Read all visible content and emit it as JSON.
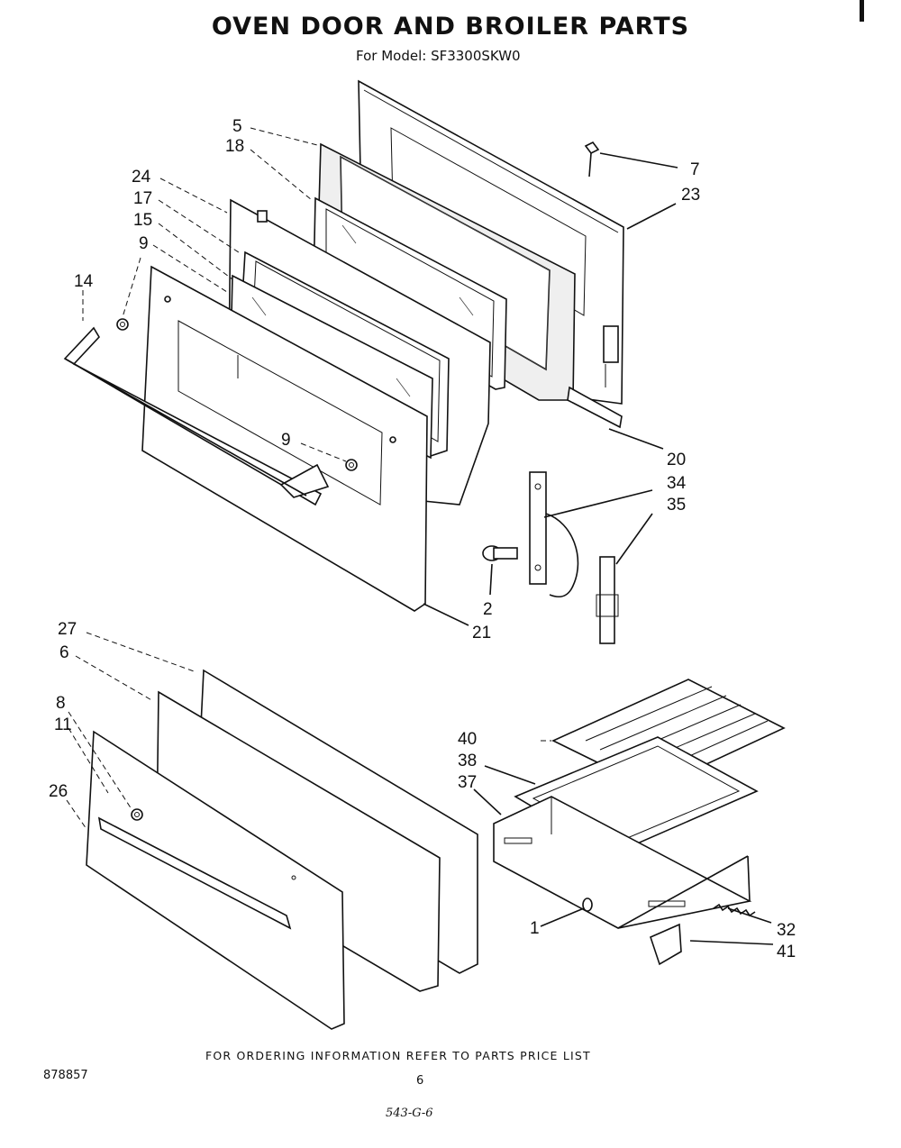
{
  "header": {
    "title": "OVEN DOOR AND BROILER PARTS",
    "model_line": "For Model: SF3300SKW0"
  },
  "callouts": [
    "5",
    "18",
    "7",
    "23",
    "24",
    "17",
    "15",
    "9",
    "14",
    "9",
    "20",
    "34",
    "35",
    "2",
    "21",
    "27",
    "6",
    "8",
    "11",
    "26",
    "40",
    "38",
    "37",
    "1",
    "32",
    "41"
  ],
  "footer": {
    "ordering_note": "FOR ORDERING INFORMATION REFER TO PARTS PRICE LIST",
    "document_number": "878857",
    "page_number": "6",
    "reference_code": "543-G-6"
  }
}
